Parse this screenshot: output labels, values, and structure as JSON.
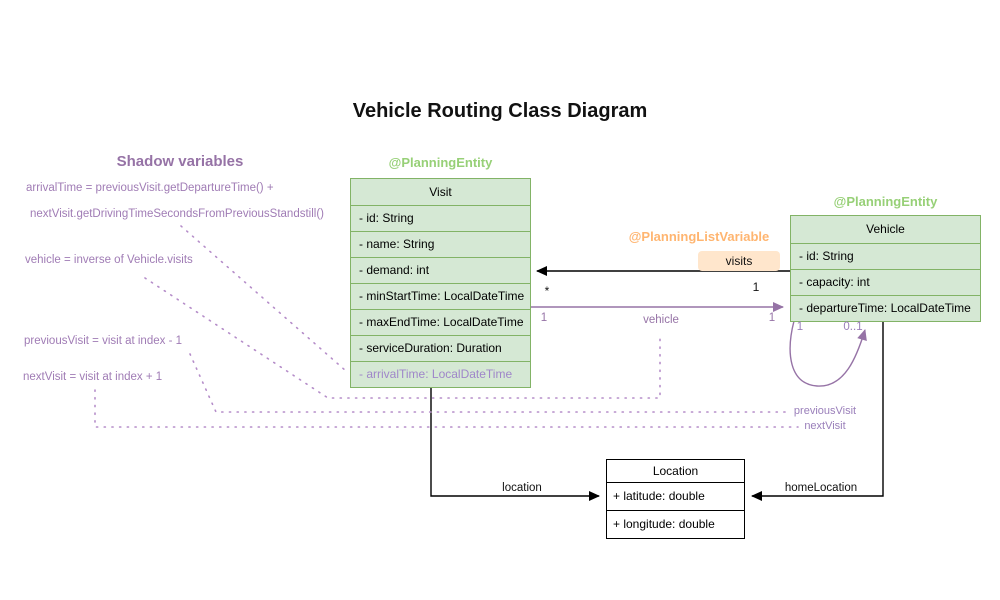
{
  "title": "Vehicle Routing Class Diagram",
  "shadow": {
    "heading": "Shadow variables",
    "lines": [
      "arrivalTime = previousVisit.getDepartureTime() +",
      "nextVisit.getDrivingTimeSecondsFromPreviousStandstill()",
      "vehicle = inverse of Vehicle.visits",
      "previousVisit = visit at index - 1",
      "nextVisit = visit at index + 1"
    ]
  },
  "annotations": {
    "visit_entity": "@PlanningEntity",
    "vehicle_entity": "@PlanningEntity",
    "list_variable": "@PlanningListVariable"
  },
  "classes": {
    "visit": {
      "name": "Visit",
      "fields": [
        "- id: String",
        "- name: String",
        "- demand: int",
        "- minStartTime: LocalDateTime",
        "- maxEndTime: LocalDateTime",
        "- serviceDuration: Duration"
      ],
      "shadow_field": "- arrivalTime: LocalDateTime"
    },
    "vehicle": {
      "name": "Vehicle",
      "fields": [
        "- id: String",
        "- capacity: int",
        "- departureTime: LocalDateTime"
      ]
    },
    "location": {
      "name": "Location",
      "fields": [
        "+ latitude: double",
        "+ longitude: double"
      ]
    }
  },
  "relations": {
    "visits": {
      "label": "visits",
      "visit_mult": "*",
      "vehicle_mult": "1"
    },
    "vehicle": {
      "label": "vehicle",
      "visit_mult": "1",
      "vehicle_mult": "1"
    },
    "self_loop": {
      "left_mult": "1",
      "right_mult": "0..1"
    },
    "previous_visit_label": "previousVisit",
    "next_visit_label": "nextVisit",
    "location_label": "location",
    "home_location_label": "homeLocation"
  },
  "colors": {
    "green_fill": "#d5e8d4",
    "green_border": "#82b366",
    "green_annotation": "#97d077",
    "purple": "#9673a6",
    "light_purple": "#a07cb5",
    "dotted_purple": "#b58dc9",
    "orange_annotation": "#ffb570",
    "orange_fill": "#ffe6cc",
    "black": "#000000"
  }
}
